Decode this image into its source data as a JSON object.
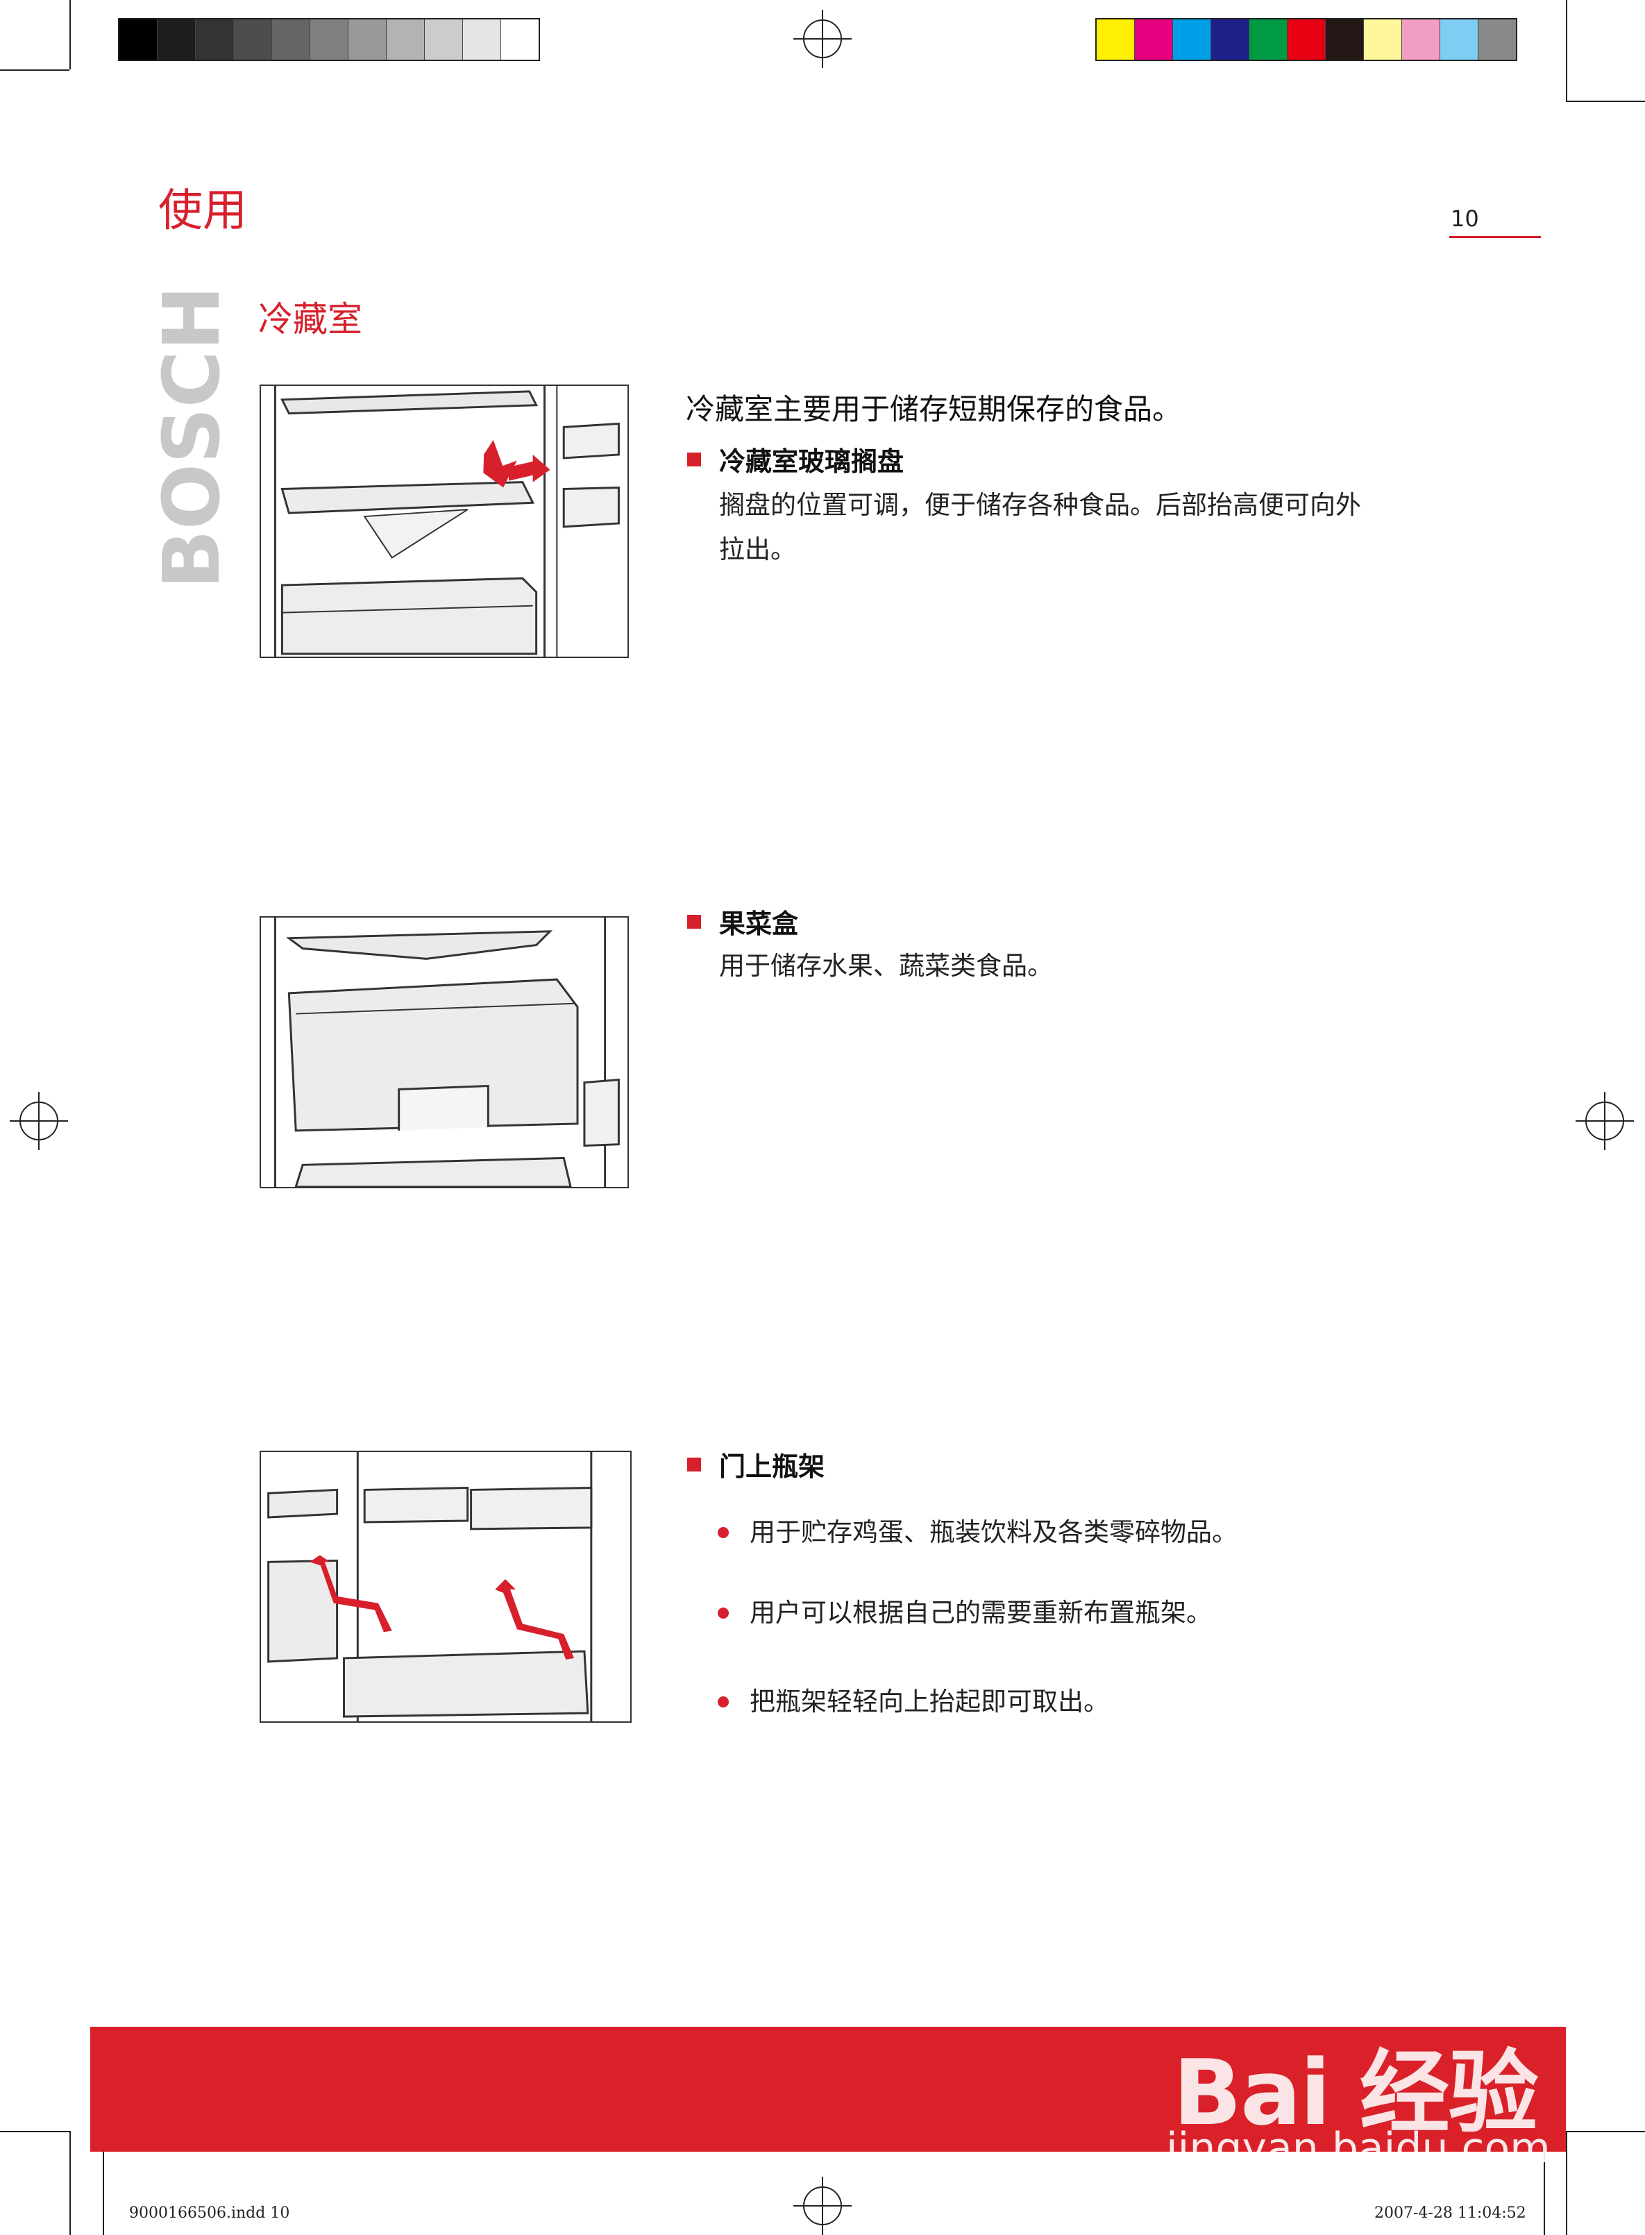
{
  "page": {
    "title": "使用",
    "page_number": "10",
    "section_title": "冷藏室",
    "brand": "BOSCH"
  },
  "intro": "冷藏室主要用于储存短期保存的食品。",
  "items": [
    {
      "heading": "冷藏室玻璃搁盘",
      "lines": [
        "搁盘的位置可调，便于储存各种食品。后部抬高便可向外",
        "拉出。"
      ]
    },
    {
      "heading": "果菜盒",
      "lines": [
        "用于储存水果、蔬菜类食品。"
      ]
    },
    {
      "heading": "门上瓶架",
      "bullets": [
        "用于贮存鸡蛋、瓶装饮料及各类零碎物品。",
        "用户可以根据自己的需要重新布置瓶架。",
        "把瓶架轻轻向上抬起即可取出。"
      ]
    }
  ],
  "footer": {
    "file": "9000166506.indd   10",
    "date": "2007-4-28     11:04:52"
  },
  "watermark": {
    "main": "Bai 经验",
    "sub": "jingyan.baidu.com"
  },
  "colors": {
    "accent": "#d7202c",
    "band": "#da2129"
  },
  "swatches_gray": [
    "#000000",
    "#1d1d1d",
    "#333333",
    "#4d4d4d",
    "#666666",
    "#808080",
    "#999999",
    "#b3b3b3",
    "#cccccc",
    "#e6e6e6",
    "#ffffff"
  ],
  "swatches_color": [
    "#ffef00",
    "#e4007f",
    "#00a0e9",
    "#1d2088",
    "#009944",
    "#e60012",
    "#231815",
    "#fff799",
    "#f19ec2",
    "#7ecef4",
    "#898989"
  ]
}
